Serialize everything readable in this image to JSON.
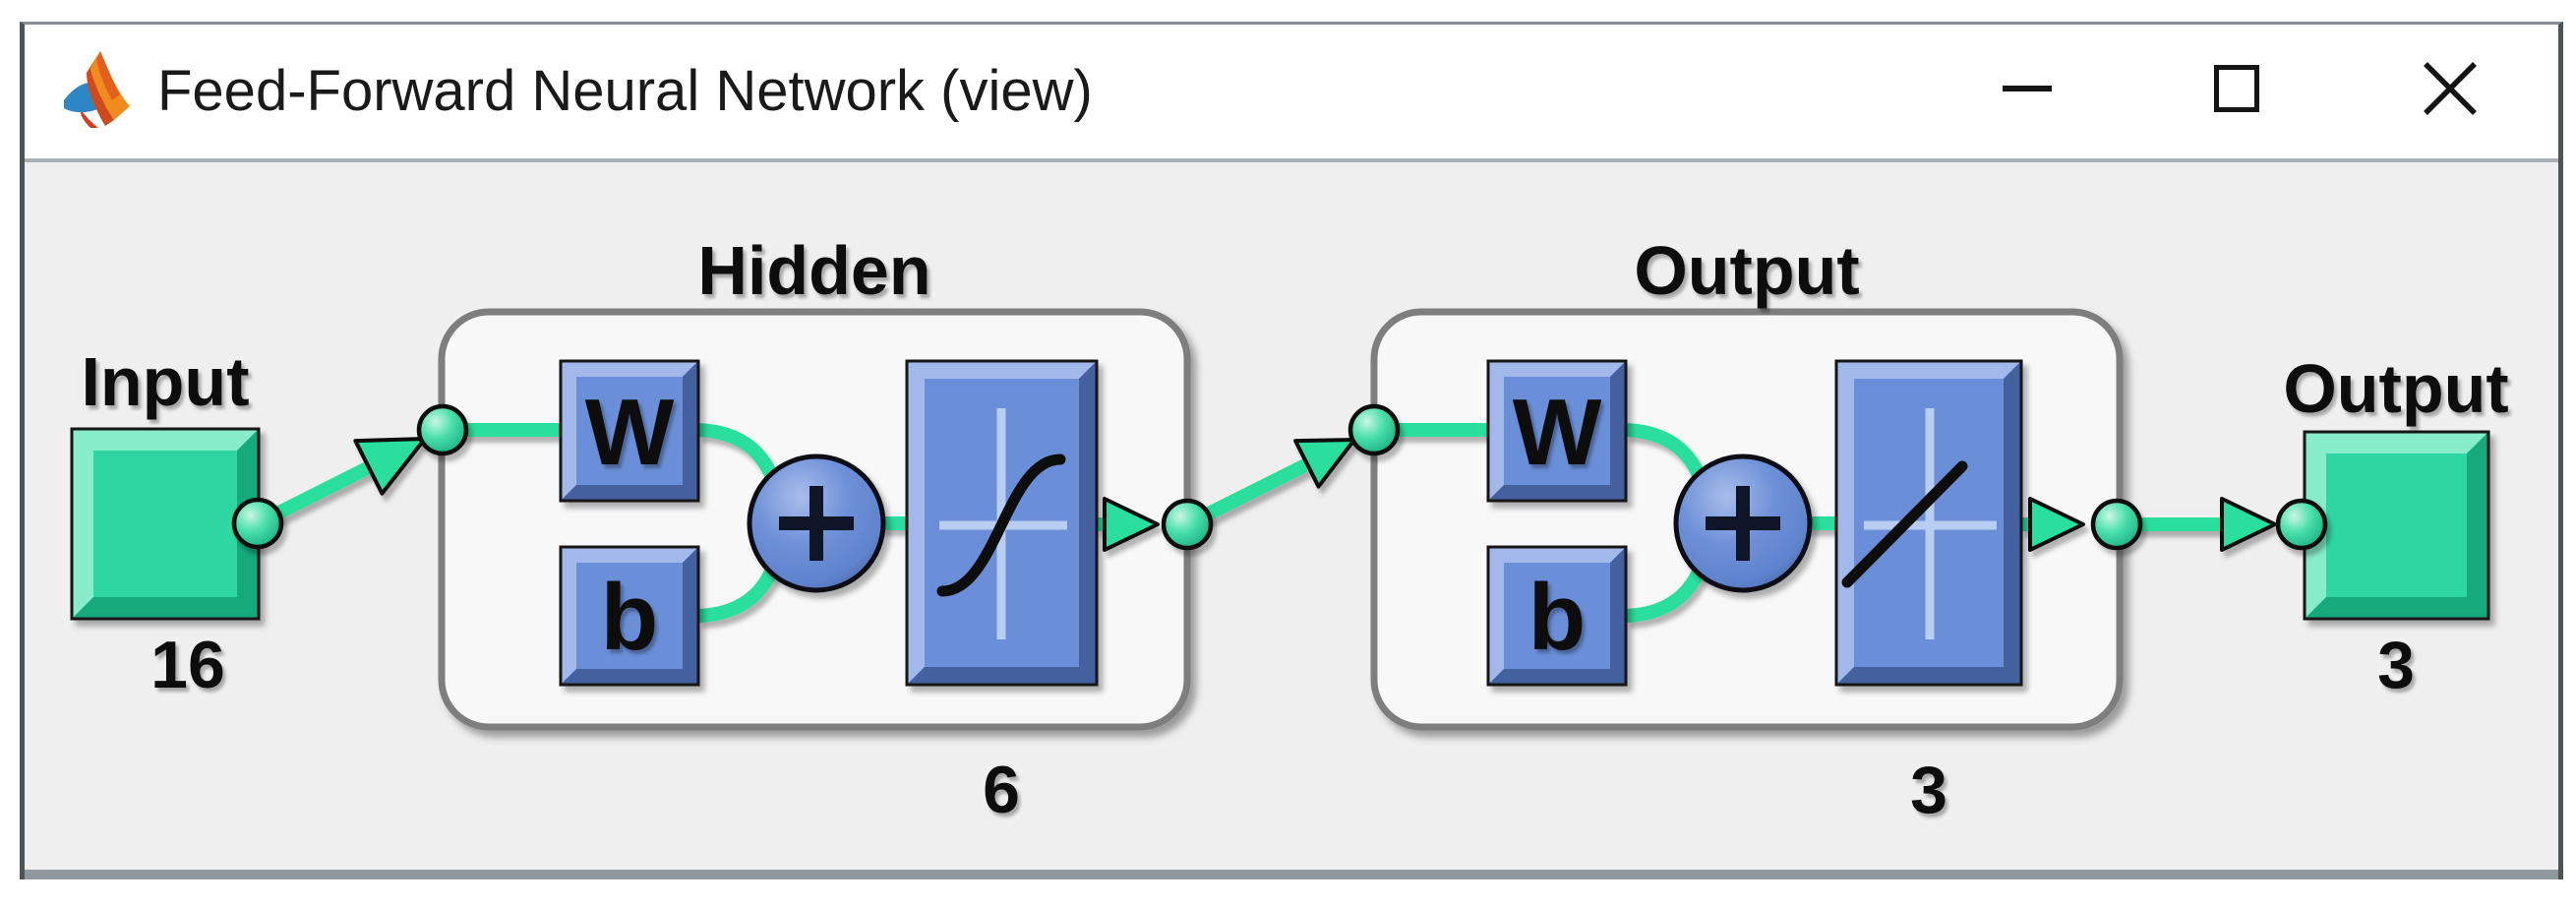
{
  "window": {
    "title": "Feed-Forward Neural Network (view)",
    "icon": "matlab-logo-icon",
    "controls": {
      "minimize": "minimize-icon",
      "maximize": "maximize-icon",
      "close": "close-icon"
    }
  },
  "colors": {
    "signal_green": "#2bdf9e",
    "block_blue": "#6b8ed7",
    "box_fill": "#f8f8f9",
    "box_border": "#7e7e7e",
    "canvas_bg": "#efeff0"
  },
  "diagram": {
    "input": {
      "label": "Input",
      "size": "16"
    },
    "layers": [
      {
        "title": "Hidden",
        "weight_label": "W",
        "bias_label": "b",
        "sum_icon": "plus-icon",
        "transfer_icon": "sigmoid-curve-icon",
        "neurons": "6"
      },
      {
        "title": "Output",
        "weight_label": "W",
        "bias_label": "b",
        "sum_icon": "plus-icon",
        "transfer_icon": "linear-curve-icon",
        "neurons": "3"
      }
    ],
    "output": {
      "label": "Output",
      "size": "3"
    }
  }
}
